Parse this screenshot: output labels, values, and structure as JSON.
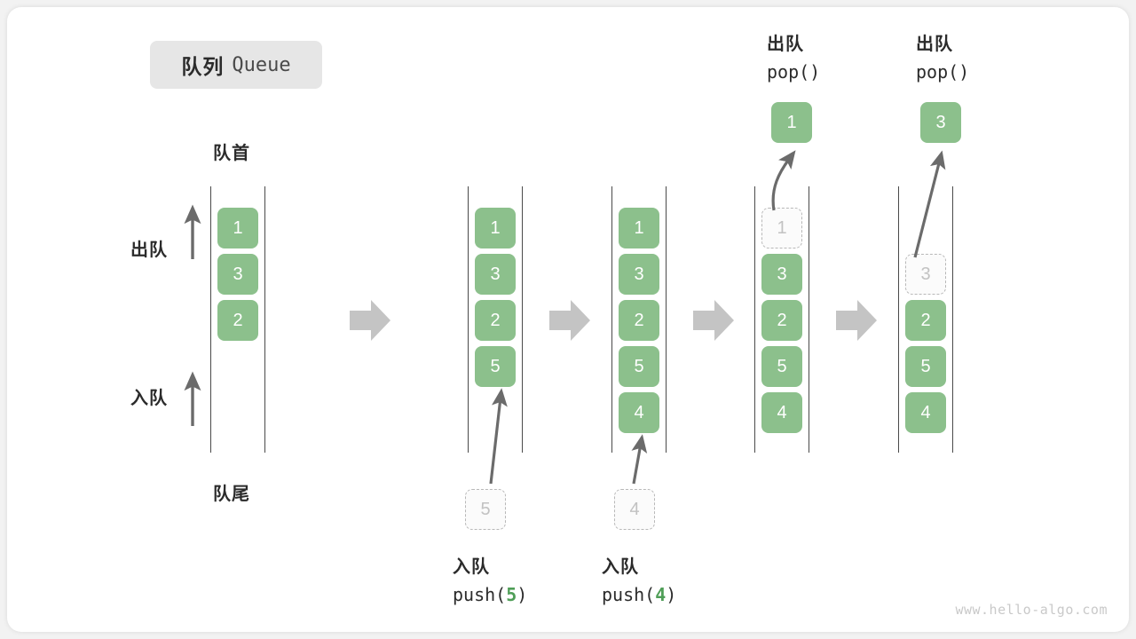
{
  "title": {
    "cn": "队列",
    "en": "Queue"
  },
  "labels": {
    "front": "队首",
    "rear": "队尾",
    "dequeue": "出队",
    "enqueue": "入队"
  },
  "colors": {
    "cell_fill": "#8cc08c",
    "cell_text": "#ffffff",
    "ghost_border": "#b8b8b8",
    "ghost_text": "#c2c2c2",
    "rail": "#4a4a4a",
    "arrow": "#6b6b6b",
    "block_arrow": "#c4c4c4",
    "badge_bg": "#e6e6e6",
    "accent_green": "#4f9e57"
  },
  "stages": [
    {
      "id": "stage-initial",
      "cells": [
        {
          "value": "1",
          "ghost": false
        },
        {
          "value": "3",
          "ghost": false
        },
        {
          "value": "2",
          "ghost": false
        }
      ],
      "incoming": null,
      "popped": null,
      "caption": null
    },
    {
      "id": "stage-push-5",
      "cells": [
        {
          "value": "1",
          "ghost": false
        },
        {
          "value": "3",
          "ghost": false
        },
        {
          "value": "2",
          "ghost": false
        },
        {
          "value": "5",
          "ghost": false
        }
      ],
      "incoming": {
        "value": "5"
      },
      "popped": null,
      "caption": {
        "cn": "入队",
        "code_prefix": "push(",
        "code_value": "5",
        "code_suffix": ")"
      }
    },
    {
      "id": "stage-push-4",
      "cells": [
        {
          "value": "1",
          "ghost": false
        },
        {
          "value": "3",
          "ghost": false
        },
        {
          "value": "2",
          "ghost": false
        },
        {
          "value": "5",
          "ghost": false
        },
        {
          "value": "4",
          "ghost": false
        }
      ],
      "incoming": {
        "value": "4"
      },
      "popped": null,
      "caption": {
        "cn": "入队",
        "code_prefix": "push(",
        "code_value": "4",
        "code_suffix": ")"
      }
    },
    {
      "id": "stage-pop-1",
      "cells": [
        {
          "value": "1",
          "ghost": true
        },
        {
          "value": "3",
          "ghost": false
        },
        {
          "value": "2",
          "ghost": false
        },
        {
          "value": "5",
          "ghost": false
        },
        {
          "value": "4",
          "ghost": false
        }
      ],
      "incoming": null,
      "popped": {
        "value": "1"
      },
      "top_caption": {
        "cn": "出队",
        "code": "pop()"
      }
    },
    {
      "id": "stage-pop-3",
      "cells": [
        {
          "value": "",
          "ghost": false,
          "hidden": true
        },
        {
          "value": "3",
          "ghost": true
        },
        {
          "value": "2",
          "ghost": false
        },
        {
          "value": "5",
          "ghost": false
        },
        {
          "value": "4",
          "ghost": false
        }
      ],
      "incoming": null,
      "popped": {
        "value": "3"
      },
      "top_caption": {
        "cn": "出队",
        "code": "pop()"
      }
    }
  ],
  "watermark": "www.hello-algo.com"
}
